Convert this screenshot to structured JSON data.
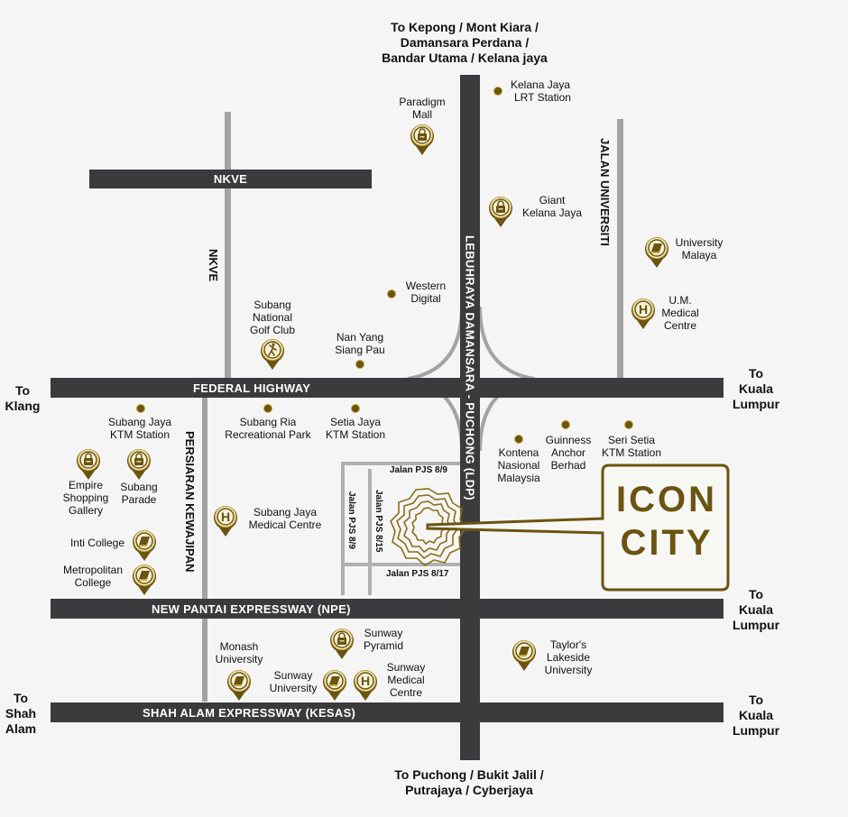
{
  "map": {
    "title": "ICON CITY",
    "brand_colors": {
      "gold": "#6b5411",
      "gold_light": "#c7a934",
      "road_dark": "#3b3b3d",
      "road_minor": "#a3a3a3",
      "background": "#f5f5f5"
    },
    "destinations": {
      "north": [
        "To Kepong / Mont Kiara /",
        "Damansara Perdana /",
        "Bandar Utama / Kelana jaya"
      ],
      "south": [
        "To Puchong / Bukit Jalil /",
        "Putrajaya / Cyberjaya"
      ],
      "west_klang": [
        "To",
        "Klang"
      ],
      "west_shah_alam": [
        "To",
        "Shah",
        "Alam"
      ],
      "east_kl_1": [
        "To",
        "Kuala",
        "Lumpur"
      ],
      "east_kl_2": [
        "To",
        "Kuala",
        "Lumpur"
      ],
      "east_kl_3": [
        "To",
        "Kuala",
        "Lumpur"
      ]
    },
    "roads": {
      "nkve_h": "NKVE",
      "nkve_v": "NKVE",
      "federal_highway": "FEDERAL HIGHWAY",
      "npe": "NEW PANTAI EXPRESSWAY (NPE)",
      "kesas": "SHAH ALAM EXPRESSWAY (KESAS)",
      "ldp": "LEBUHRAYA DAMANSARA - PUCHONG (LDP)",
      "jalan_universiti": "JALAN UNIVERSITI",
      "persiaran_kewajipan": "PERSIARAN KEWAJIPAN",
      "pjs_8_9_h": "Jalan PJS 8/9",
      "pjs_8_9_v": "Jalan PJS 8/9",
      "pjs_8_15": "Jalan PJS 8/15",
      "pjs_8_17": "Jalan PJS 8/17"
    },
    "landmarks": {
      "kelana_jaya_lrt": [
        "Kelana Jaya",
        "LRT Station"
      ],
      "paradigm_mall": [
        "Paradigm",
        "Mall"
      ],
      "giant_kelana_jaya": [
        "Giant",
        "Kelana Jaya"
      ],
      "university_malaya": [
        "University",
        "Malaya"
      ],
      "um_medical_centre": [
        "U.M.",
        "Medical",
        "Centre"
      ],
      "western_digital": [
        "Western",
        "Digital"
      ],
      "subang_golf_club": [
        "Subang",
        "National",
        "Golf Club"
      ],
      "nan_yang_siang_pau": [
        "Nan Yang",
        "Siang Pau"
      ],
      "subang_jaya_ktm": [
        "Subang Jaya",
        "KTM Station"
      ],
      "subang_ria_park": [
        "Subang Ria",
        "Recreational Park"
      ],
      "setia_jaya_ktm": [
        "Setia Jaya",
        "KTM Station"
      ],
      "kontena_nasional": [
        "Kontena",
        "Nasional",
        "Malaysia"
      ],
      "guinness_anchor": [
        "Guinness",
        "Anchor",
        "Berhad"
      ],
      "seri_setia_ktm": [
        "Seri Setia",
        "KTM Station"
      ],
      "empire_shopping_gallery": [
        "Empire",
        "Shopping",
        "Gallery"
      ],
      "subang_parade": [
        "Subang",
        "Parade"
      ],
      "subang_jaya_medical_centre": [
        "Subang Jaya",
        "Medical Centre"
      ],
      "inti_college": [
        "Inti College"
      ],
      "metropolitan_college": [
        "Metropolitan",
        "College"
      ],
      "sunway_pyramid": [
        "Sunway",
        "Pyramid"
      ],
      "monash_university": [
        "Monash",
        "University"
      ],
      "sunway_university": [
        "Sunway",
        "University"
      ],
      "sunway_medical_centre": [
        "Sunway",
        "Medical",
        "Centre"
      ],
      "taylors_lakeside": [
        "Taylor's",
        "Lakeside",
        "University"
      ]
    },
    "icon_city": {
      "line1": "ICON",
      "line2": "CITY"
    }
  }
}
